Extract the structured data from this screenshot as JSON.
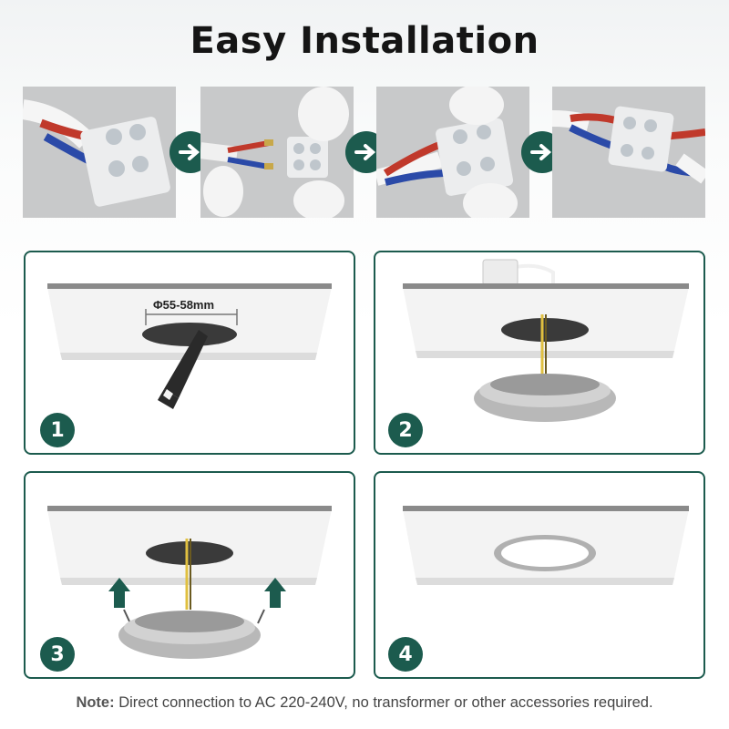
{
  "title": "Easy Installation",
  "wiring_steps": [
    {
      "icon": "arrow-right-icon"
    },
    {
      "icon": "arrow-right-icon"
    },
    {
      "icon": "arrow-right-icon"
    }
  ],
  "steps": [
    {
      "number": "1",
      "hole_label": "Φ55-58mm"
    },
    {
      "number": "2"
    },
    {
      "number": "3"
    },
    {
      "number": "4"
    }
  ],
  "note": {
    "label": "Note:",
    "text": " Direct connection to AC 220-240V, no transformer or other accessories required."
  },
  "colors": {
    "accent": "#1c5b4e",
    "ceiling": "#f3f3f3",
    "ceiling_edge": "#8a8a8a"
  }
}
